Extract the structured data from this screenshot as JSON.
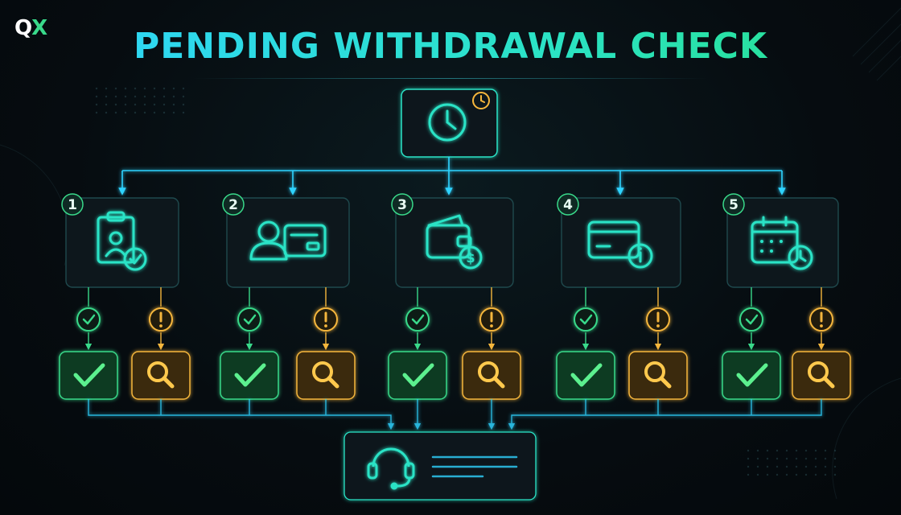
{
  "brand": {
    "logo_q": "Q",
    "logo_x": "X"
  },
  "title": "PENDING WITHDRAWAL CHECK",
  "colors": {
    "cyan": "#2fd3ff",
    "teal": "#2be3c6",
    "green": "#39d98a",
    "amber": "#f5b63c",
    "panel": "#0d171c"
  },
  "top_node": {
    "icon": "clock-icon",
    "badge_icon": "clock-badge-icon"
  },
  "steps": [
    {
      "number": "1",
      "icon": "clipboard-id-verified-icon"
    },
    {
      "number": "2",
      "icon": "user-id-card-icon"
    },
    {
      "number": "3",
      "icon": "wallet-dollar-icon"
    },
    {
      "number": "4",
      "icon": "credit-card-info-icon"
    },
    {
      "number": "5",
      "icon": "calendar-clock-icon"
    }
  ],
  "outcomes": {
    "approved_icon": "checkmark-icon",
    "flagged_icon": "warning-icon",
    "review_icon": "magnifier-icon"
  },
  "support_node": {
    "icon": "headset-icon"
  }
}
